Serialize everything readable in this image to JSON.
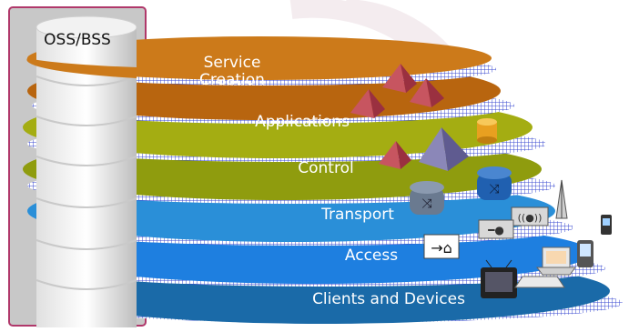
{
  "diagram": {
    "oss_bss_label": "OSS/BSS",
    "layers": [
      {
        "id": "service-creation",
        "label": "Service Creation",
        "lines": [
          "Service",
          "Creation"
        ],
        "color": "#cc7a1a"
      },
      {
        "id": "applications",
        "label": "Applications",
        "lines": [
          "Applications"
        ],
        "color": "#b8650f"
      },
      {
        "id": "control",
        "label": "Control",
        "lines": [
          "Control"
        ],
        "color": "#a4ad12"
      },
      {
        "id": "transport",
        "label": "Transport",
        "lines": [
          "Transport"
        ],
        "color": "#2a8fd8"
      },
      {
        "id": "access",
        "label": "Access",
        "lines": [
          "Access"
        ],
        "color": "#1e7fe0"
      },
      {
        "id": "clients-and-devices",
        "label": "Clients and Devices",
        "lines": [
          "Clients and Devices"
        ],
        "color": "#1a6aa8"
      }
    ],
    "colors": {
      "oss_panel": "#c8c8c8",
      "oss_panel_border": "#b0386a",
      "pyramid_red": "#c75560",
      "pyramid_purple": "#8b87b8",
      "cylinder_orange": "#e8a020",
      "router_blue": "#2060b0",
      "router_gray": "#6a7a90"
    },
    "icons": [
      "pyramid-icon",
      "cylinder-icon",
      "router-icon",
      "switch-icon",
      "antenna-icon",
      "home-gateway-icon",
      "phone-icon",
      "pda-icon",
      "laptop-icon",
      "tv-icon"
    ]
  }
}
